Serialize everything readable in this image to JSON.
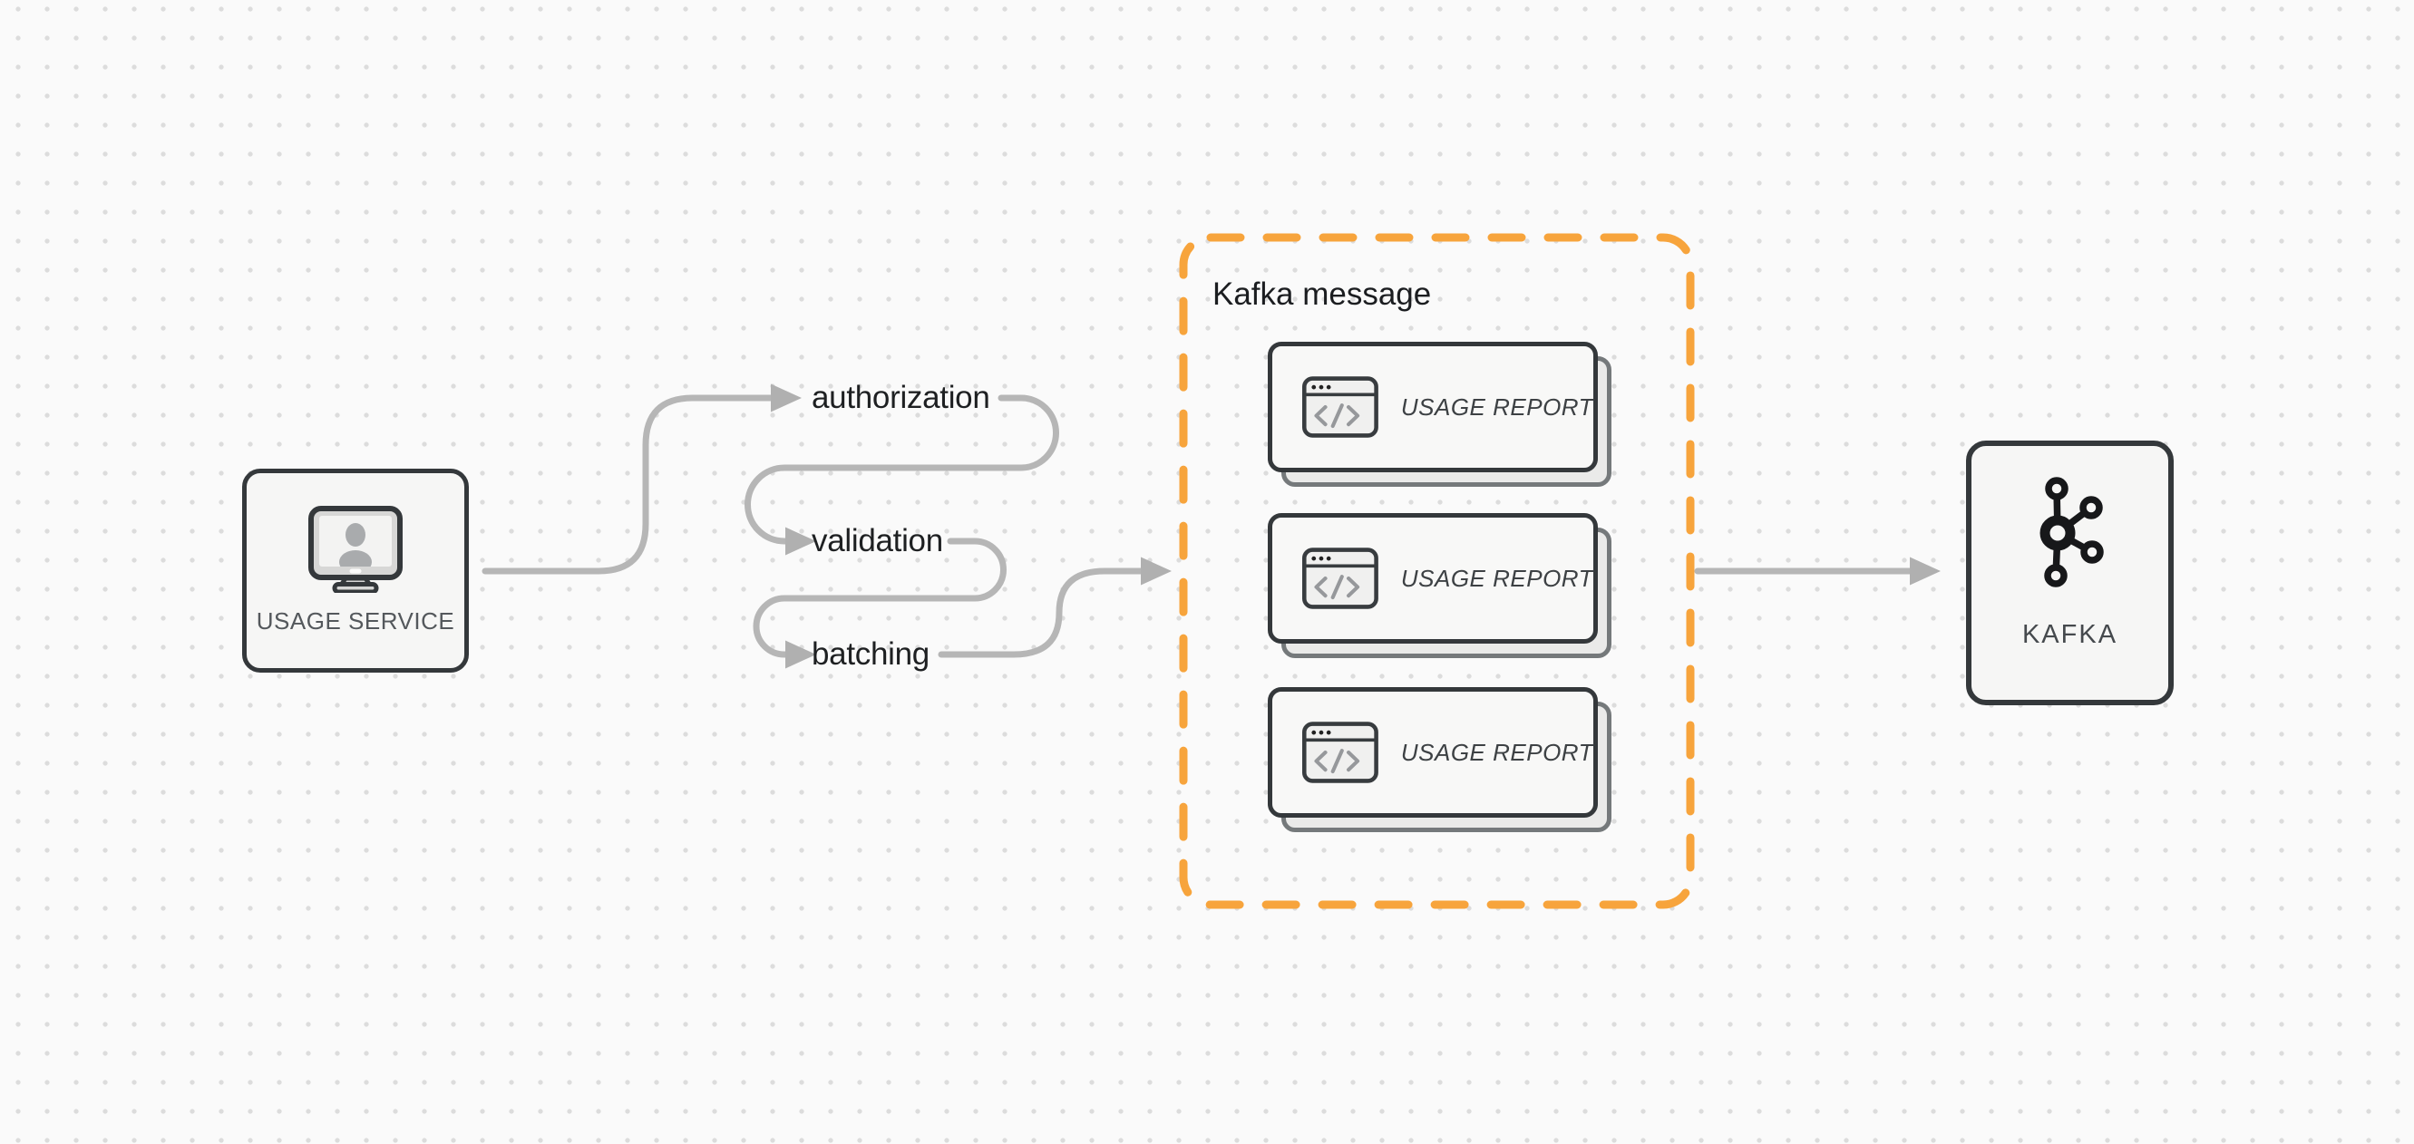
{
  "diagram": {
    "source_node": {
      "label": "USAGE SERVICE",
      "icon": "monitor-user-icon"
    },
    "pipeline_steps": [
      {
        "label": "authorization"
      },
      {
        "label": "validation"
      },
      {
        "label": "batching"
      }
    ],
    "kafka_message_group": {
      "title": "Kafka message",
      "cards": [
        {
          "label": "USAGE REPORT",
          "icon": "browser-code-icon"
        },
        {
          "label": "USAGE REPORT",
          "icon": "browser-code-icon"
        },
        {
          "label": "USAGE REPORT",
          "icon": "browser-code-icon"
        }
      ]
    },
    "sink_node": {
      "label": "KAFKA",
      "icon": "kafka-logo-icon"
    },
    "colors": {
      "background": "#fafafa",
      "grid_dot": "#dcdcdc",
      "connector": "#b6b6b6",
      "arrowhead": "#b0b0b0",
      "group_border_orange": "#f7a43c",
      "node_border": "#34383b",
      "node_fill": "#f6f6f5",
      "card_fill": "#f8f8f7",
      "card_stack_border": "#75797b",
      "card_stack_fill": "#eaeae9",
      "label_dark": "#1e2022",
      "label_muted": "#54585c"
    }
  }
}
